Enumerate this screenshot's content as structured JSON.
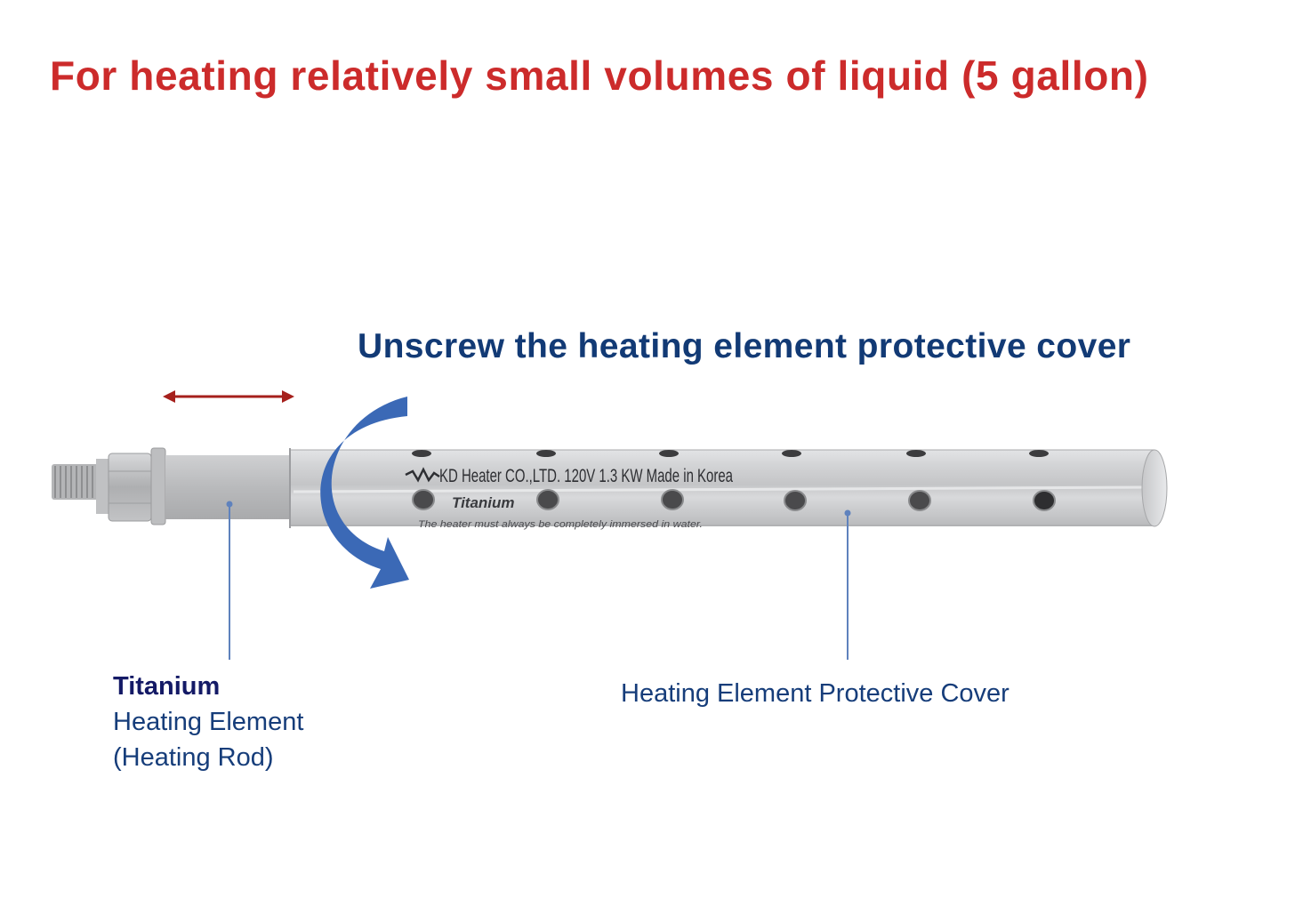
{
  "headline": "For heating relatively small volumes of liquid (5 gallon)",
  "instruction": "Unscrew the heating element protective cover",
  "heater": {
    "engraving": "KD Heater  CO.,LTD. 120V 1.3 KW Made in Korea",
    "material_mark": "Titanium",
    "warning": "The heater must always be completely immersed in water.",
    "logo_icon": "kd-heater-logo-icon"
  },
  "callouts": {
    "element": {
      "title": "Titanium",
      "line1": "Heating Element",
      "line2": "(Heating Rod)"
    },
    "cover": {
      "label": "Heating Element Protective Cover"
    }
  },
  "colors": {
    "headline": "#cc2b2b",
    "instruction": "#123a75",
    "rotate_arrow": "#3b69b6",
    "slide_arrow": "#a6201c",
    "leader_line": "#5f82bd",
    "metal": "#c9cacc"
  },
  "icons": [
    "slide-double-arrow-icon",
    "unscrew-rotation-arrow-icon",
    "kd-heater-logo-icon"
  ]
}
